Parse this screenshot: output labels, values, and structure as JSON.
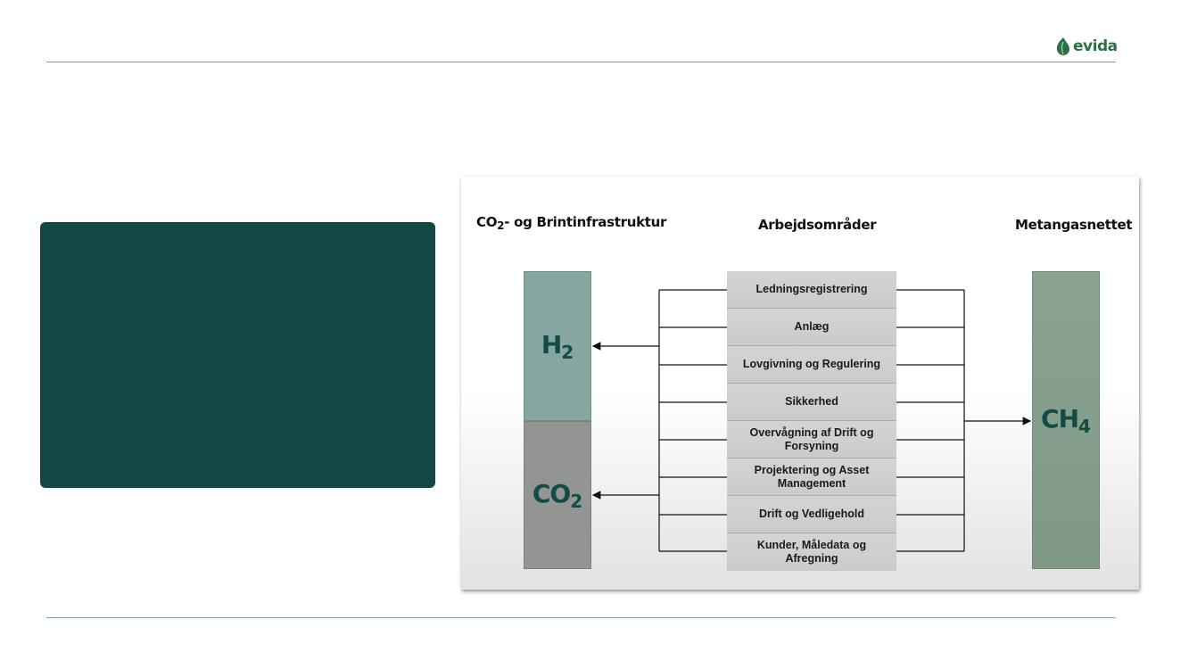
{
  "logo": {
    "text": "evida",
    "color": "#2f6f46"
  },
  "colors": {
    "panel": "#124746",
    "rule": "#7fa39c",
    "h2_box": "#86a6a2",
    "co2_box": "#939592",
    "ch4_box": "#85a08b",
    "area_box": "#cfd2ce",
    "gas_text": "#144a47"
  },
  "diagram": {
    "headers": {
      "left_main": "CO",
      "left_sub": "2",
      "left_rest": "- og Brintinfrastruktur",
      "center": "Arbejdsområder",
      "right": "Metangasnettet"
    },
    "left_column": {
      "h2": {
        "main": "H",
        "sub": "2"
      },
      "co2": {
        "main": "CO",
        "sub": "2"
      }
    },
    "right_column": {
      "ch4": {
        "main": "CH",
        "sub": "4"
      }
    },
    "work_areas": [
      "Ledningsregistrering",
      "Anlæg",
      "Lovgivning og Regulering",
      "Sikkerhed",
      "Overvågning af Drift og Forsyning",
      "Projektering og Asset Management",
      "Drift og Vedligehold",
      "Kunder, Måledata og Afregning"
    ]
  }
}
